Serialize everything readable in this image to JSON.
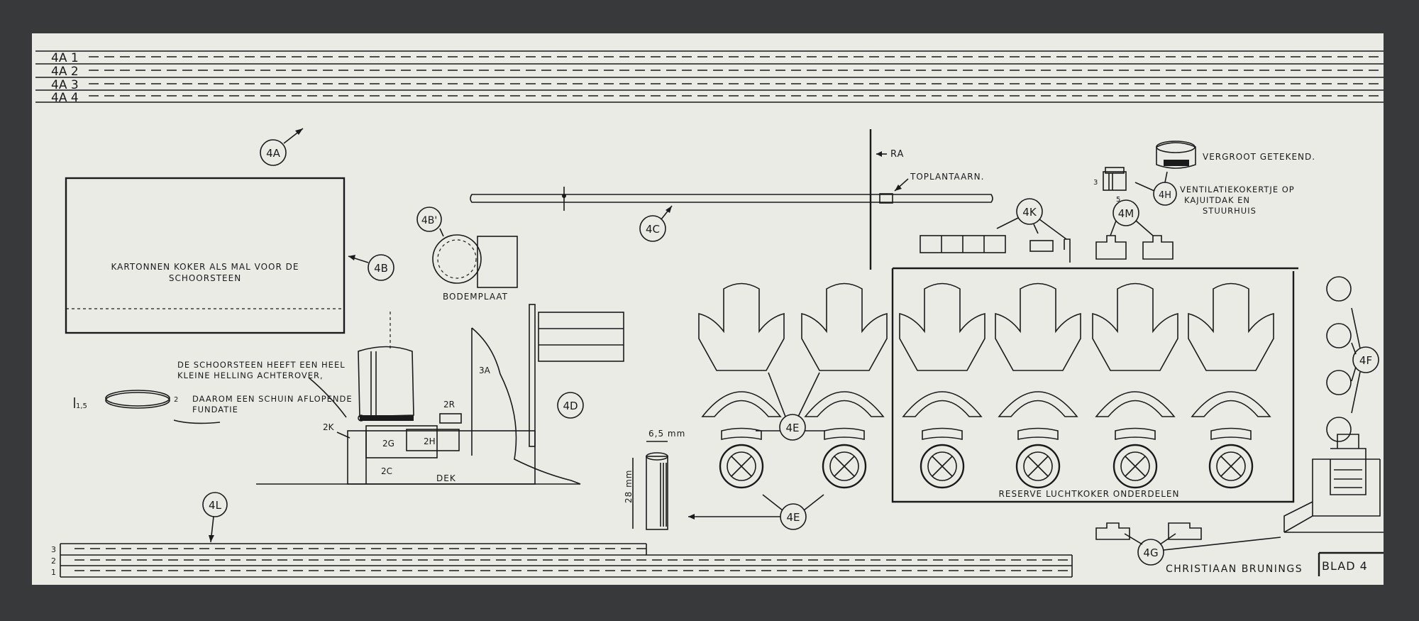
{
  "strip_labels": [
    "4A 1",
    "4A 2",
    "4A 3",
    "4A 4"
  ],
  "bottom_strip_labels": [
    "3",
    "2",
    "1"
  ],
  "callouts": {
    "c4A": "4A",
    "c4B": "4B",
    "c4B1": "4B'",
    "c4C": "4C",
    "c4D": "4D",
    "c4E1": "4E",
    "c4E2": "4E",
    "c4F": "4F",
    "c4G": "4G",
    "c4H": "4H",
    "c4K": "4K",
    "c4L": "4L",
    "c4M": "4M"
  },
  "labels": {
    "koker_line1": "KARTONNEN KOKER ALS MAL VOOR DE",
    "koker_line2": "SCHOORSTEEN",
    "bodemplaat": "BODEMPLAAT",
    "ra": "RA",
    "toplantaarn": "TOPLANTAARN.",
    "vergroot": "VERGROOT GETEKEND.",
    "ventilatie_line1": "VENTILATIEKOKERTJE  OP",
    "ventilatie_line2": "KAJUITDAK  EN",
    "ventilatie_line3": "STUURHUIS",
    "schoorsteen_line1": "DE SCHOORSTEEN HEEFT EEN HEEL",
    "schoorsteen_line2": "KLEINE HELLING ACHTEROVER,",
    "schuin_line1": "DAAROM EEN SCHUIN AFLOPENDE",
    "schuin_line2": "FUNDATIE",
    "part_2R": "2R",
    "part_3A": "3A",
    "part_2K": "2K",
    "part_2G": "2G",
    "part_2H": "2H",
    "part_2C": "2C",
    "dek": "DEK",
    "dim_65": "6,5 mm",
    "dim_28": "28 mm",
    "dim_15": "1,5",
    "dim_2": "2",
    "dim_3": "3",
    "dim_5": "5",
    "reserve": "RESERVE  LUCHTKOKER ONDERDELEN",
    "author": "CHRISTIAAN  BRUNINGS",
    "blad": "BLAD 4"
  }
}
